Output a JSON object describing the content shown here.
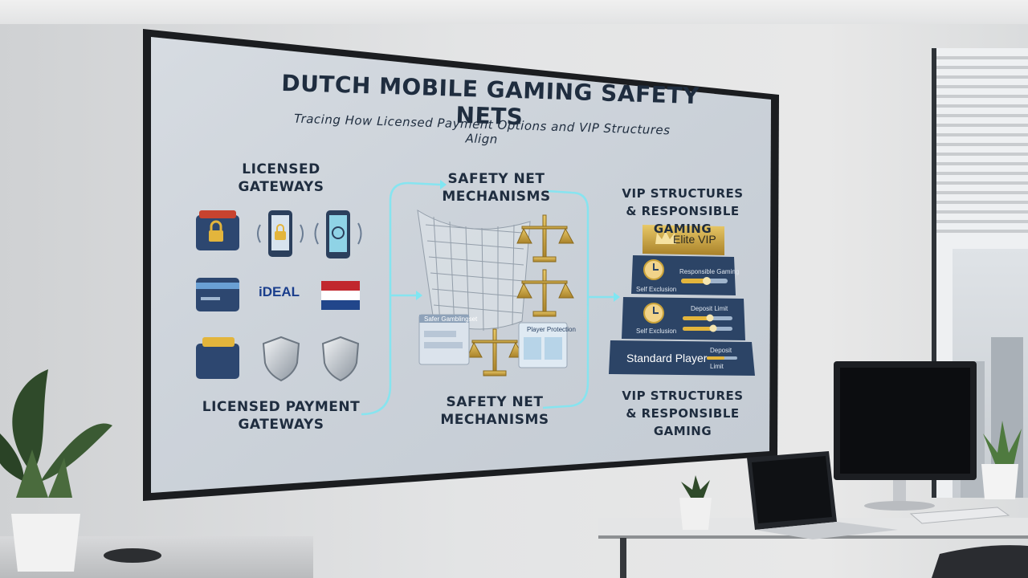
{
  "board": {
    "title": "DUTCH MOBILE GAMING SAFETY NETS",
    "subtitle": "Tracing How Licensed Payment Options and VIP Structures Align",
    "left": {
      "heading_top": "LICENSED GATEWAYS",
      "heading_bottom": "LICENSED PAYMENT GATEWAYS",
      "icons": [
        "wallet-lock-icon",
        "phone-lock-icon",
        "phone-nfc-icon",
        "card-icon",
        "ideal-logo",
        "dutch-flag-icon",
        "wallet-icon",
        "shield-icon",
        "shield-icon"
      ],
      "ideal_text": "iDEAL"
    },
    "middle": {
      "heading_top": "SAFETY NET MECHANISMS",
      "heading_bottom": "SAFETY NET MECHANISMS",
      "panel_left_label": "Safer Gamblingset",
      "panel_right_label": "Player Protection"
    },
    "right": {
      "heading_top": "VIP STRUCTURES & RESPONSIBLE GAMING",
      "heading_bottom": "VIP STRUCTURES & RESPONSIBLE GAMING",
      "tiers": [
        {
          "label": "Elite VIP"
        },
        {
          "label_a": "Self Exclusion",
          "label_b": "Responsible Gaming"
        },
        {
          "label_a": "Self Exclusion",
          "label_b": "Deposit Limit"
        },
        {
          "label": "Standard Player",
          "label_b": "Deposit",
          "label_c": "Limit"
        }
      ]
    }
  },
  "colors": {
    "ink": "#1f2d3f",
    "tier_navy": "#2c4466",
    "gold": "#c9a23a",
    "flow_line": "#7fe6f2"
  }
}
